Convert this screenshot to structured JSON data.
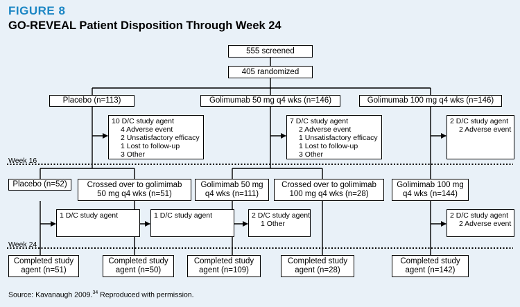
{
  "figure": {
    "label": "FIGURE 8",
    "title": "GO-REVEAL Patient Disposition Through Week 24"
  },
  "top": {
    "screened": "555 screened",
    "randomized": "405 randomized"
  },
  "arms": {
    "placebo": "Placebo (n=113)",
    "golimumab50": "Golimumab 50 mg q4 wks (n=146)",
    "golimumab100": "Golimumab 100 mg q4 wks (n=146)"
  },
  "discontinuations_week16": {
    "placebo": [
      "10 D/C study agent",
      "4 Adverse event",
      "2 Unsatisfactory efficacy",
      "1 Lost to follow-up",
      "3 Other"
    ],
    "golimumab50": [
      "7 D/C study agent",
      "2 Adverse event",
      "1 Unsatisfactory efficacy",
      "1 Lost to follow-up",
      "3 Other"
    ],
    "golimumab100": [
      "2 D/C study agent",
      "2 Adverse event"
    ]
  },
  "weeks": {
    "w16": "Week 16",
    "w24": "Week 24"
  },
  "week16_groups": {
    "placebo": "Placebo (n=52)",
    "crossed50": [
      "Crossed over to golimimab",
      "50 mg q4 wks (n=51)"
    ],
    "gol50": [
      "Golimimab 50 mg",
      "q4 wks (n=111)"
    ],
    "crossed100": [
      "Crossed over to golimimab",
      "100 mg q4 wks (n=28)"
    ],
    "gol100": [
      "Golimimab 100 mg",
      "q4 wks (n=144)"
    ]
  },
  "discontinuations_week24": {
    "placebo": [
      "1 D/C study agent"
    ],
    "crossed50": [
      "1 D/C study agent"
    ],
    "gol50": [
      "2 D/C study agent",
      "1 Other"
    ],
    "gol100": [
      "2 D/C study agent",
      "2 Adverse event"
    ]
  },
  "completed": {
    "placebo": [
      "Completed study",
      "agent (n=51)"
    ],
    "crossed50": [
      "Completed study",
      "agent (n=50)"
    ],
    "gol50": [
      "Completed study",
      "agent (n=109)"
    ],
    "crossed100": [
      "Completed study",
      "agent (n=28)"
    ],
    "gol100": [
      "Completed study",
      "agent (n=142)"
    ]
  },
  "source": {
    "text": "Source: Kavanaugh 2009.",
    "ref": "34",
    "suffix": " Reproduced with permission."
  },
  "colors": {
    "accent": "#1b86c4",
    "background": "#e9f1f8"
  }
}
